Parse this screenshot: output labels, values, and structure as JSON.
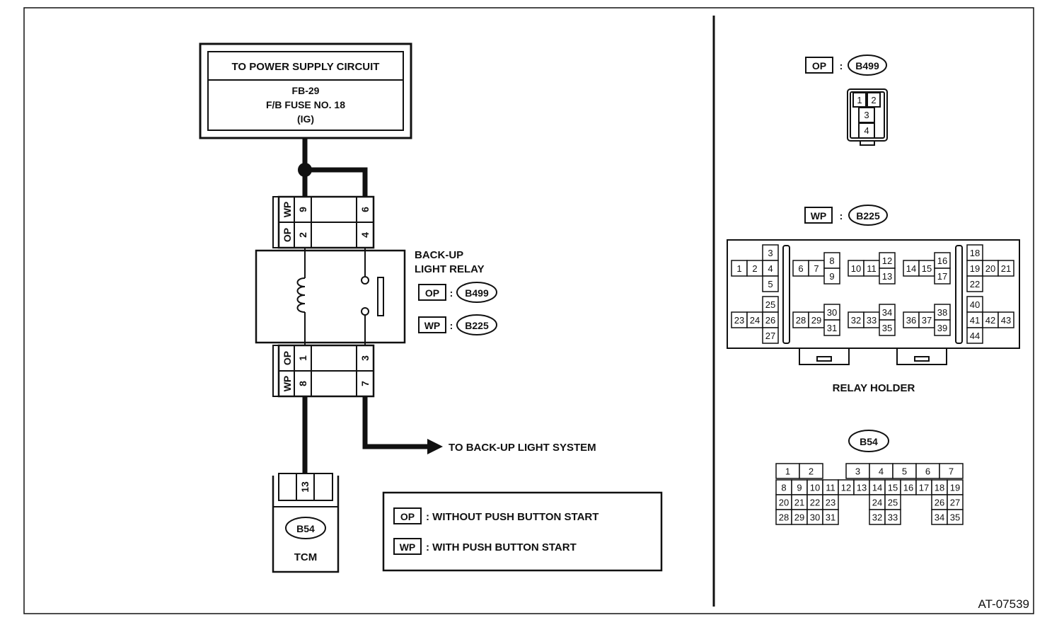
{
  "power_box": {
    "title": "TO POWER SUPPLY CIRCUIT",
    "line1": "FB-29",
    "line2": "F/B FUSE NO. 18",
    "line3": "(IG)"
  },
  "relay": {
    "label_line1": "BACK-UP",
    "label_line2": "LIGHT RELAY",
    "top_connector": {
      "op_tag": "OP",
      "wp_tag": "WP",
      "pin_wp_left": "9",
      "pin_wp_right": "6",
      "pin_op_left": "2",
      "pin_op_right": "4"
    },
    "bottom_connector": {
      "op_tag": "OP",
      "wp_tag": "WP",
      "pin_op_left": "1",
      "pin_op_right": "3",
      "pin_wp_left": "8",
      "pin_wp_right": "7"
    },
    "refs": [
      {
        "tag": "OP",
        "code": "B499"
      },
      {
        "tag": "WP",
        "code": "B225"
      }
    ]
  },
  "backup_arrow_label": "TO BACK-UP LIGHT SYSTEM",
  "tcm": {
    "pin": "13",
    "code": "B54",
    "label": "TCM"
  },
  "legend": [
    {
      "tag": "OP",
      "text": ": WITHOUT PUSH BUTTON START"
    },
    {
      "tag": "WP",
      "text": ": WITH PUSH BUTTON START"
    }
  ],
  "right_panel": {
    "b499": {
      "tag": "OP",
      "code": "B499",
      "pins": [
        "1",
        "2",
        "3",
        "4"
      ]
    },
    "b225": {
      "tag": "WP",
      "code": "B225",
      "caption": "RELAY HOLDER",
      "pins": [
        "1",
        "2",
        "3",
        "4",
        "5",
        "6",
        "7",
        "8",
        "9",
        "10",
        "11",
        "12",
        "13",
        "14",
        "15",
        "16",
        "17",
        "18",
        "19",
        "20",
        "21",
        "22",
        "23",
        "24",
        "25",
        "26",
        "27",
        "28",
        "29",
        "30",
        "31",
        "32",
        "33",
        "34",
        "35",
        "36",
        "37",
        "38",
        "39",
        "40",
        "41",
        "42",
        "43",
        "44"
      ]
    },
    "b54": {
      "code": "B54",
      "rows": [
        [
          "1",
          "2",
          "",
          "",
          "3",
          "4",
          "5",
          "6",
          "7"
        ],
        [
          "8",
          "9",
          "10",
          "11",
          "12",
          "13",
          "14",
          "15",
          "16",
          "17",
          "18",
          "19"
        ],
        [
          "20",
          "21",
          "22",
          "23",
          "",
          "",
          "24",
          "25",
          "",
          "",
          "26",
          "27"
        ],
        [
          "28",
          "29",
          "30",
          "31",
          "",
          "",
          "32",
          "33",
          "",
          "",
          "34",
          "35"
        ]
      ]
    }
  },
  "figure_id": "AT-07539"
}
